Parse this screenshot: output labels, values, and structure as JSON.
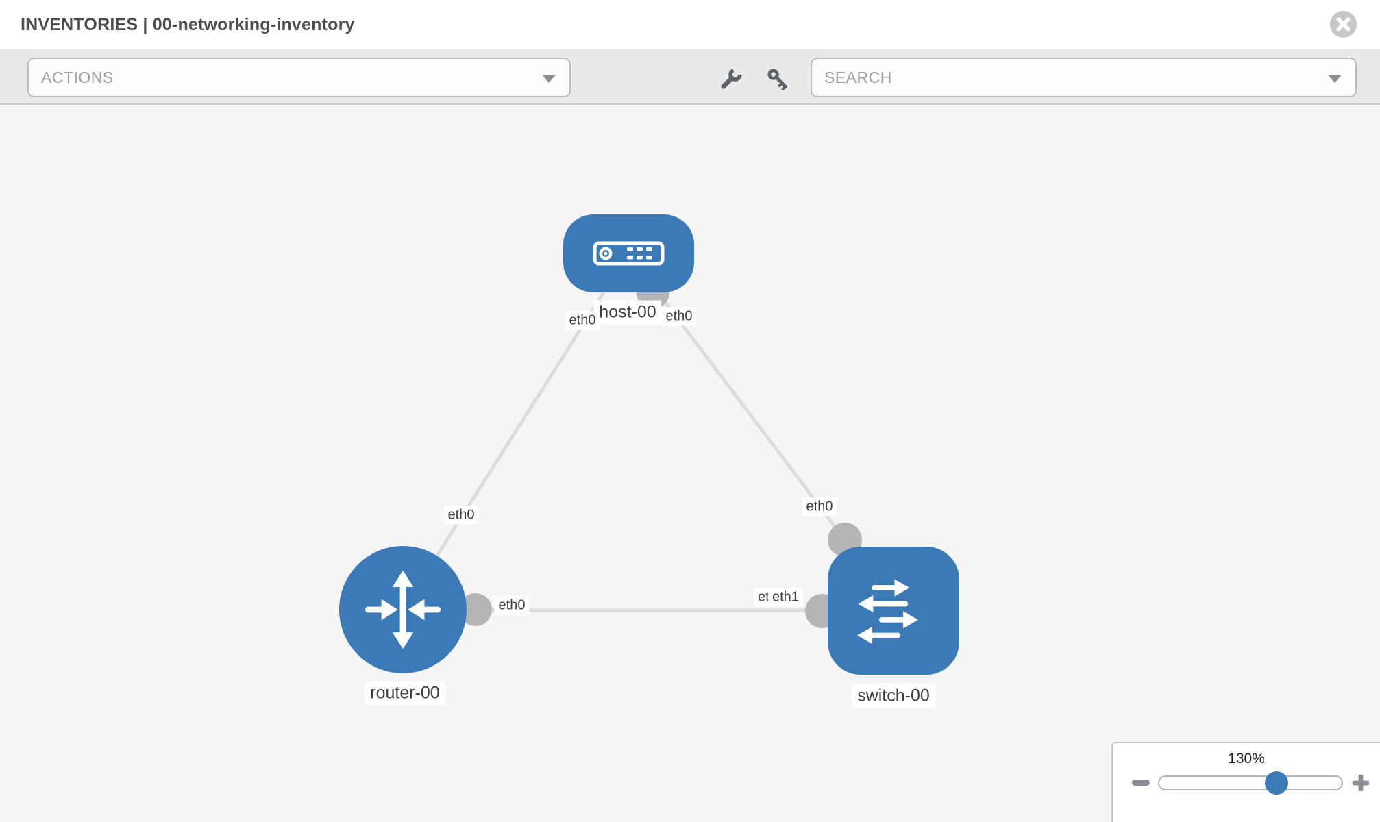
{
  "header": {
    "title": "INVENTORIES | 00-networking-inventory",
    "close_icon": "circle-x"
  },
  "toolbar": {
    "actions_placeholder": "ACTIONS",
    "search_placeholder": "SEARCH",
    "icons": [
      "wrench-icon",
      "key-icon"
    ]
  },
  "topology": {
    "nodes": [
      {
        "name": "host-00",
        "type": "host",
        "icon": "host-device-icon"
      },
      {
        "name": "router-00",
        "type": "router",
        "icon": "router-arrows-icon"
      },
      {
        "name": "switch-00",
        "type": "switch",
        "icon": "switch-arrows-icon"
      }
    ],
    "links": [
      {
        "source": "host-00",
        "target": "router-00",
        "source_interface": "eth0",
        "target_interface": "eth0"
      },
      {
        "source": "host-00",
        "target": "switch-00",
        "source_interface": "eth0",
        "target_interface": "eth0"
      },
      {
        "source": "router-00",
        "target": "switch-00",
        "source_interface": "eth0",
        "target_interface": "eth1",
        "target_interface_overlapped": "eth0"
      }
    ]
  },
  "zoom_control": {
    "level": "130%"
  },
  "colors": {
    "node_blue": "#3b7ab7",
    "interface_gray": "#b5b5b5",
    "link_gray": "#dcdcdc",
    "toolbar_gray": "#e9e9e9",
    "canvas_gray": "#f5f5f6"
  }
}
